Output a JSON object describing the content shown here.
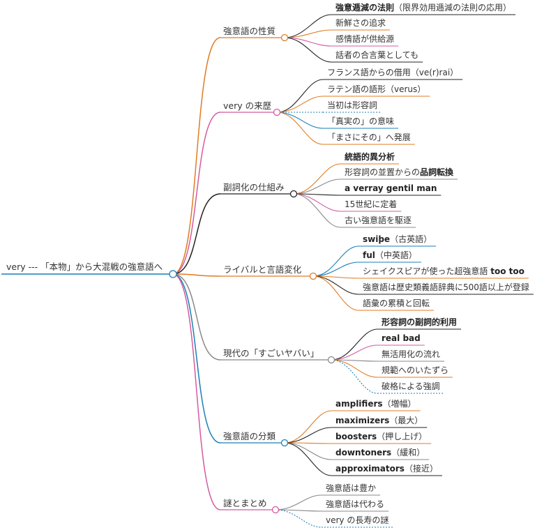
{
  "colors": {
    "orange": "#e07b21",
    "pink": "#d45a9e",
    "black": "#222222",
    "gray": "#888888",
    "blue": "#1a7fb8",
    "root_underline": "#1a7fb8"
  },
  "root": {
    "label": "very --- 「本物」から大混戦の強意語へ"
  },
  "branches": [
    {
      "label": "強意語の性質",
      "color": "orange",
      "leaves": [
        {
          "parts": [
            {
              "t": "強意逓減の法則",
              "b": true
            },
            {
              "t": "（限界効用逓減の法則の応用）",
              "b": false
            }
          ],
          "color": "black"
        },
        {
          "parts": [
            {
              "t": "新鮮さの追求",
              "b": false
            }
          ],
          "color": "orange"
        },
        {
          "parts": [
            {
              "t": "感情語が供給源",
              "b": false
            }
          ],
          "color": "pink"
        },
        {
          "parts": [
            {
              "t": "話者の合言葉としても",
              "b": false
            }
          ],
          "color": "black"
        }
      ]
    },
    {
      "label": "very の来歴",
      "color": "pink",
      "leaves": [
        {
          "parts": [
            {
              "t": "フランス語からの借用（ve(r)rai）",
              "b": false
            }
          ],
          "color": "black"
        },
        {
          "parts": [
            {
              "t": "ラテン語の語形（verus）",
              "b": false
            }
          ],
          "color": "orange"
        },
        {
          "parts": [
            {
              "t": "当初は形容詞",
              "b": false
            }
          ],
          "color": "blue",
          "dashed": true
        },
        {
          "parts": [
            {
              "t": "「真実の」の意味",
              "b": false
            }
          ],
          "color": "blue"
        },
        {
          "parts": [
            {
              "t": "「まさにその」へ発展",
              "b": false
            }
          ],
          "color": "orange"
        }
      ]
    },
    {
      "label": "副詞化の仕組み",
      "color": "black",
      "leaves": [
        {
          "parts": [
            {
              "t": "統語的異分析",
              "b": true
            }
          ],
          "color": "orange"
        },
        {
          "parts": [
            {
              "t": "形容詞の並置からの",
              "b": false
            },
            {
              "t": "品詞転換",
              "b": true
            }
          ],
          "color": "gray"
        },
        {
          "parts": [
            {
              "t": "a verray gentil man",
              "b": true
            }
          ],
          "color": "black"
        },
        {
          "parts": [
            {
              "t": "15世紀に定着",
              "b": false
            }
          ],
          "color": "pink"
        },
        {
          "parts": [
            {
              "t": "古い強意語を駆逐",
              "b": false
            }
          ],
          "color": "gray"
        }
      ]
    },
    {
      "label": "ライバルと言語変化",
      "color": "orange",
      "leaves": [
        {
          "parts": [
            {
              "t": "swiþe",
              "b": true
            },
            {
              "t": "（古英語）",
              "b": false
            }
          ],
          "color": "blue"
        },
        {
          "parts": [
            {
              "t": "ful",
              "b": true
            },
            {
              "t": "（中英語）",
              "b": false
            }
          ],
          "color": "blue"
        },
        {
          "parts": [
            {
              "t": "シェイクスピアが使った超強意語 ",
              "b": false
            },
            {
              "t": "too too",
              "b": true
            }
          ],
          "color": "orange"
        },
        {
          "parts": [
            {
              "t": "強意語は歴史類義語辞典に500語以上が登録",
              "b": false
            }
          ],
          "color": "black"
        },
        {
          "parts": [
            {
              "t": "語彙の累積と回転",
              "b": false
            }
          ],
          "color": "orange"
        }
      ]
    },
    {
      "label": "現代の「すごいヤバい」",
      "color": "gray",
      "leaves": [
        {
          "parts": [
            {
              "t": "形容詞の副詞的利用",
              "b": true
            }
          ],
          "color": "black"
        },
        {
          "parts": [
            {
              "t": "real bad",
              "b": true
            }
          ],
          "color": "pink"
        },
        {
          "parts": [
            {
              "t": "無活用化の流れ",
              "b": false
            }
          ],
          "color": "gray"
        },
        {
          "parts": [
            {
              "t": "規範へのいたずら",
              "b": false
            }
          ],
          "color": "orange"
        },
        {
          "parts": [
            {
              "t": "破格による強調",
              "b": false
            }
          ],
          "color": "blue",
          "dashed": true
        }
      ]
    },
    {
      "label": "強意語の分類",
      "color": "blue",
      "leaves": [
        {
          "parts": [
            {
              "t": "amplifiers",
              "b": true
            },
            {
              "t": "（増幅）",
              "b": false
            }
          ],
          "color": "orange"
        },
        {
          "parts": [
            {
              "t": "maximizers",
              "b": true
            },
            {
              "t": "（最大）",
              "b": false
            }
          ],
          "color": "black"
        },
        {
          "parts": [
            {
              "t": "boosters",
              "b": true
            },
            {
              "t": "（押し上げ）",
              "b": false
            }
          ],
          "color": "orange"
        },
        {
          "parts": [
            {
              "t": "downtoners",
              "b": true
            },
            {
              "t": "（緩和）",
              "b": false
            }
          ],
          "color": "gray"
        },
        {
          "parts": [
            {
              "t": "approximators",
              "b": true
            },
            {
              "t": "（接近）",
              "b": false
            }
          ],
          "color": "black"
        }
      ]
    },
    {
      "label": "謎とまとめ",
      "color": "pink",
      "leaves": [
        {
          "parts": [
            {
              "t": "強意語は豊か",
              "b": false
            }
          ],
          "color": "gray"
        },
        {
          "parts": [
            {
              "t": "強意語は代わる",
              "b": false
            }
          ],
          "color": "gray"
        },
        {
          "parts": [
            {
              "t": "very の長寿の謎",
              "b": false
            }
          ],
          "color": "blue",
          "dashed": true
        }
      ]
    }
  ]
}
